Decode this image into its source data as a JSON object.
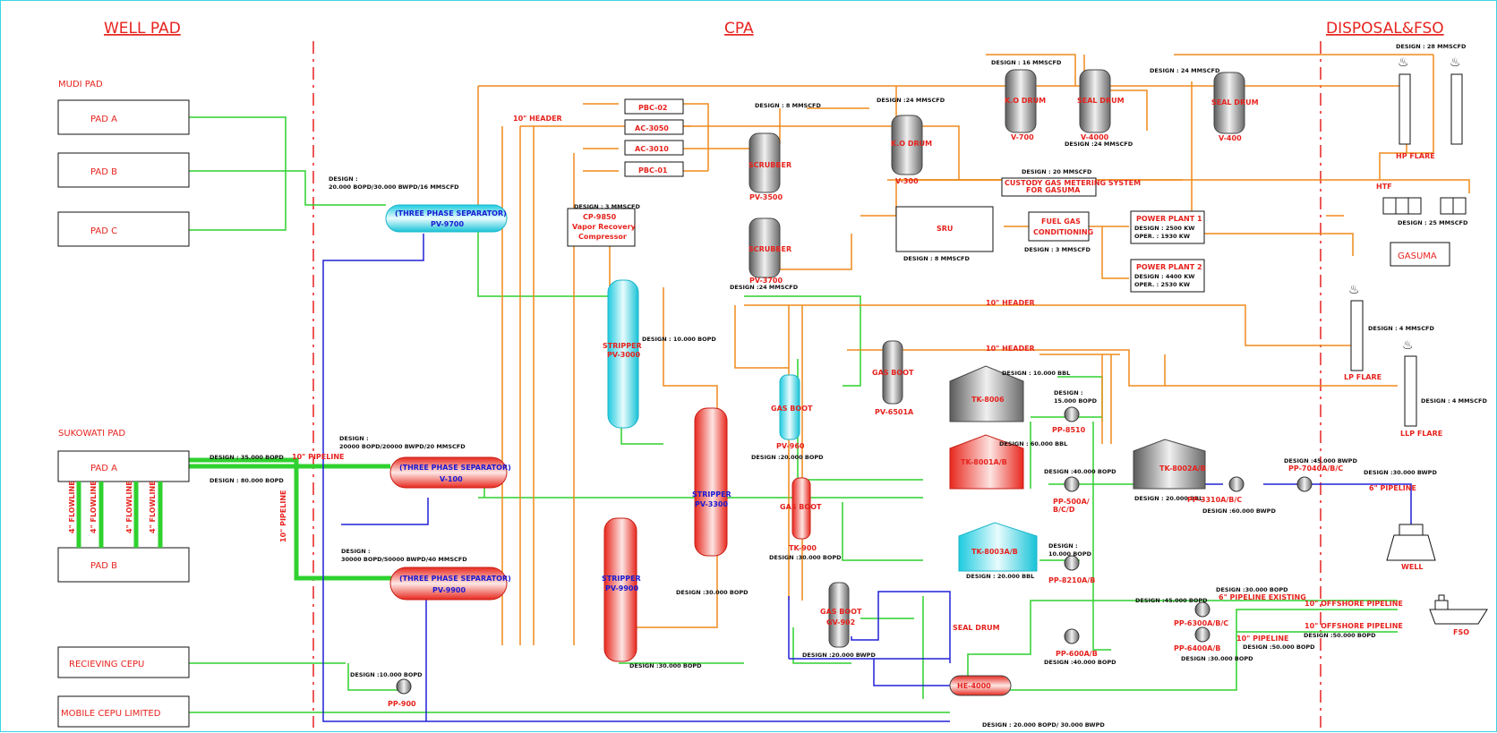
{
  "sections": {
    "well_pad": "WELL PAD",
    "cpa": "CPA",
    "disposal": "DISPOSAL&FSO"
  },
  "pads": {
    "mudi": "MUDI PAD",
    "mudi_a": "PAD A",
    "mudi_b": "PAD B",
    "mudi_c": "PAD C",
    "sukowati": "SUKOWATI PAD",
    "suk_a": "PAD A",
    "suk_b": "PAD B",
    "receiving": "RECIEVING CEPU",
    "mobile": "MOBILE CEPU LIMITED"
  },
  "lines": {
    "pipeline_10": "10\" PIPELINE",
    "pipeline_10_v": "10\" PIPELINE",
    "flowlines": [
      "4\" FLOWLINE",
      "4\" FLOWLINE",
      "4\" FLOWLINE",
      "4\" FLOWLINE"
    ],
    "header_10a": "10\" HEADER",
    "header_10b": "10\" HEADER",
    "header_10c": "10\" HEADER",
    "pipeline_6a": "6\" PIPELINE",
    "pipeline_6b": "6\" PIPELINE EXISTING",
    "offshore_10a": "10\" OFFSHORE PIPELINE",
    "offshore_10b": "10\" OFFSHORE PIPELINE",
    "pipeline_10b": "10\" PIPELINE"
  },
  "designs": {
    "tps1": "DESIGN :\n20.000 BOPD/30.000 BWPD/16 MMSCFD",
    "suk35": "DESIGN : 35.000 BOPD",
    "suk80": "DESIGN : 80.000 BOPD",
    "v100": "DESIGN :\n20000 BOPD/20000 BWPD/20 MMSCFD",
    "pv9900": "DESIGN :\n30000 BOPD/50000 BWPD/40 MMSCFD",
    "pp900": "DESIGN :10.000 BOPD",
    "cp": "DESIGN : 3 MMSCFD",
    "scrub1": "DESIGN : 8 MMSCFD",
    "scrub2": "DESIGN :24 MMSCFD",
    "kod": "DESIGN : 16 MMSCFD",
    "kod2": "DESIGN :24 MMSCFD",
    "seal1": "DESIGN :24 MMSCFD",
    "seal2": "DESIGN : 24 MMSCFD",
    "hp": "DESIGN : 28 MMSCFD",
    "custody": "DESIGN : 20 MMSCFD",
    "sru": "DESIGN : 8 MMSCFD",
    "fuel": "DESIGN : 3 MMSCFD",
    "htf": "DESIGN : 25 MMSCFD",
    "lp": "DESIGN : 4 MMSCFD",
    "llp": "DESIGN : 4 MMSCFD",
    "st3000": "DESIGN : 10.000 BOPD",
    "st3300": "DESIGN :30.000 BOPD",
    "st9900": "DESIGN :30.000 BOPD",
    "gb960": "DESIGN :20.000 BOPD",
    "gb900": "DESIGN :30.000 BOPD",
    "gb902": "DESIGN :20.000 BWPD",
    "tk8006": "DESIGN : 10.000 BBL",
    "tk8001": "DESIGN : 60.000 BBL",
    "tk8002": "DESIGN : 20.000 BBL",
    "tk8003": "DESIGN : 20.000 BBL",
    "pp8510": "DESIGN :\n15.000 BOPD",
    "pp500": "DESIGN :40.000 BOPD",
    "pp8210": "DESIGN :\n10.000 BOPD",
    "pp3310": "DESIGN :60.000 BWPD",
    "pp7040": "DESIGN :45.000 BWPD",
    "well": "DESIGN :30.000 BWPD",
    "pp6300": "DESIGN :45.000 BOPD",
    "pp6400": "DESIGN :30.000 BOPD",
    "pp600": "DESIGN :40.000 BOPD",
    "fso1": "DESIGN :30.000 BOPD",
    "fso2": "DESIGN :50.000 BOPD",
    "fso3": "DESIGN :50.000 BOPD",
    "he": "DESIGN :  20.000 BOPD/ 30.000 BWPD"
  },
  "equipment": {
    "tps_mudi": "(THREE PHASE SEPARATOR)",
    "tps_mudi_tag": "PV-9700",
    "tps_v100": "(THREE PHASE SEPARATOR)",
    "tps_v100_tag": "V-100",
    "tps_9900": "(THREE PHASE SEPARATOR)",
    "tps_9900_tag": "PV-9900",
    "pbc02": "PBC-02",
    "ac3050": "AC-3050",
    "ac3010": "AC-3010",
    "pbc01": "PBC-01",
    "cp9850": "CP-9850",
    "cp9850_a": "Vapor Recovery",
    "cp9850_b": "Compressor",
    "stripper3000": "STRIPPER",
    "stripper3000_tag": "PV-3000",
    "stripper3300": "STRIPPER",
    "stripper3300_tag": "PV-3300",
    "stripper9900": "STRIPPER",
    "stripper9900_tag": "PV-9900",
    "scrubber1": "SCRUBBER",
    "scrubber1_tag": "PV-3500",
    "scrubber2": "SCRUBBER",
    "scrubber2_tag": "PV-3700",
    "kod_drum1": "K.O DRUM",
    "kod_drum1_tag": "V-700",
    "kod_drum2": "K.O DRUM",
    "kod_drum2_tag": "V-300",
    "seal_drum1": "SEAL DRUM",
    "seal_drum1_tag": "V-4000",
    "seal_drum2": "SEAL DRUM",
    "seal_drum2_tag": "V-400",
    "seal_drum3": "SEAL DRUM",
    "custody": "CUSTODY GAS METERING SYSTEM",
    "custody2": "FOR GASUMA",
    "sru": "SRU",
    "fuel_gas": "FUEL GAS",
    "fuel_gas2": "CONDITIONING",
    "pp1": "POWER PLANT 1",
    "pp1_a": "DESIGN : 2500 KW",
    "pp1_b": "OPER.  : 1930 KW",
    "pp2": "POWER PLANT 2",
    "pp2_a": "DESIGN : 4400 KW",
    "pp2_b": "OPER.  : 2530 KW",
    "gasuma": "GASUMA",
    "hp_flare": "HP FLARE",
    "htf": "HTF",
    "lp_flare": "LP FLARE",
    "llp_flare": "LLP FLARE",
    "gas_boot1": "GAS BOOT",
    "gas_boot1_tag": "PV-960",
    "gas_boot2": "GAS BOOT",
    "gas_boot2_tag": "TK-900",
    "gas_boot3": "GAS BOOT",
    "gas_boot3_tag": "PV-6501A",
    "gas_boot4": "GAS BOOT",
    "gas_boot4_tag": "GV-902",
    "tk8006": "TK-8006",
    "tk8001": "TK-8001A/B",
    "tk8002": "TK-8002A/B",
    "tk8003": "TK-8003A/B",
    "pp8510": "PP-8510",
    "pp500": "PP-500A/",
    "pp500b": "B/C/D",
    "pp8210": "PP-8210A/B",
    "pp3310": "PP-3310A/B/C",
    "pp7040": "PP-7040A/B/C",
    "pp6300": "PP-6300A/B/C",
    "pp6400": "PP-6400A/B",
    "pp600": "PP-600A/B",
    "pp900": "PP-900",
    "he4000": "HE-4000",
    "well": "WELL",
    "fso": "FSO"
  }
}
